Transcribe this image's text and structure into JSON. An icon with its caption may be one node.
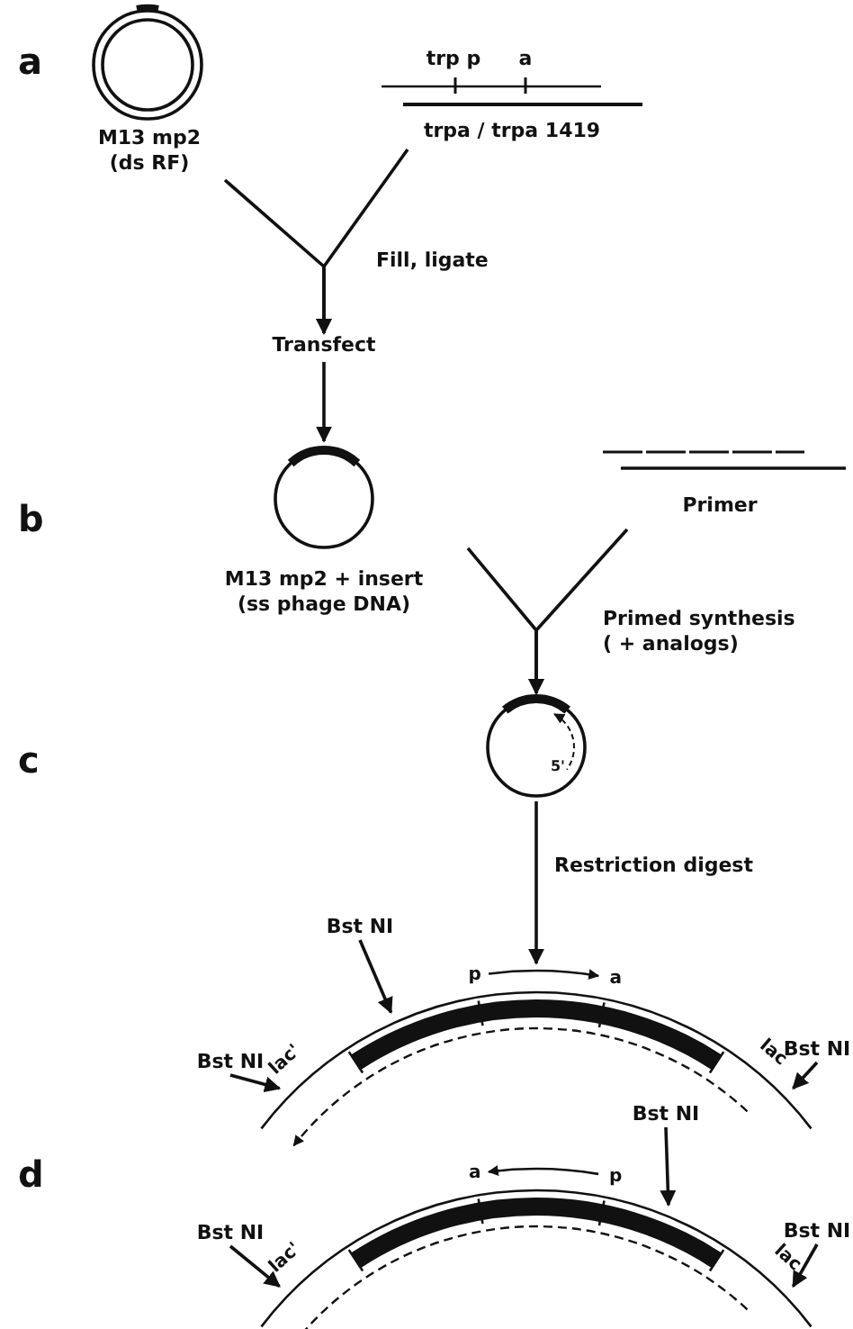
{
  "diagram": {
    "nodes": [
      {
        "text": [
          "M13 mp2 (ds RF)"
        ]
      },
      {
        "text": [
          "trp p",
          "a",
          "trpa / trpa 1419"
        ]
      },
      {
        "text": [
          "Transfect"
        ]
      },
      {
        "text": [
          "M13 mp2 + insert (ss phage DNA)"
        ]
      },
      {
        "text": [
          "Primer"
        ]
      },
      {
        "text": [
          "5'"
        ]
      },
      {
        "text": [
          "p",
          "a",
          "lac'",
          "lac"
        ]
      },
      {
        "text": [
          "a",
          "p",
          "lac'",
          "lac"
        ]
      },
      {
        "text": [
          "Bst NI"
        ]
      },
      {
        "text": [
          "Bst NI"
        ]
      },
      {
        "text": [
          "Bst NI"
        ]
      },
      {
        "text": [
          "Bst NI"
        ]
      },
      {
        "text": [
          "Bst NI"
        ]
      },
      {
        "text": [
          "Bst NI"
        ]
      }
    ],
    "edges": [
      {
        "from": 0,
        "to": 2,
        "arrow": "to",
        "label": "Fill, ligate"
      },
      {
        "from": 1,
        "to": 2,
        "arrow": "to"
      },
      {
        "from": 2,
        "to": 3,
        "arrow": "to"
      },
      {
        "from": 3,
        "to": 5,
        "arrow": "to",
        "label": "Primed synthesis ( + analogs)"
      },
      {
        "from": 4,
        "to": 5,
        "arrow": "to"
      },
      {
        "from": 5,
        "to": 6,
        "arrow": "to",
        "label": "Restriction digest"
      },
      {
        "from": 8,
        "to": 6,
        "arrow": "to"
      },
      {
        "from": 9,
        "to": 6,
        "arrow": "to"
      },
      {
        "from": 10,
        "to": 6,
        "arrow": "to"
      },
      {
        "from": 11,
        "to": 7,
        "arrow": "to"
      },
      {
        "from": 12,
        "to": 7,
        "arrow": "to"
      },
      {
        "from": 13,
        "to": 7,
        "arrow": "to"
      }
    ],
    "labels": [
      "a",
      "b",
      "c",
      "d"
    ]
  }
}
